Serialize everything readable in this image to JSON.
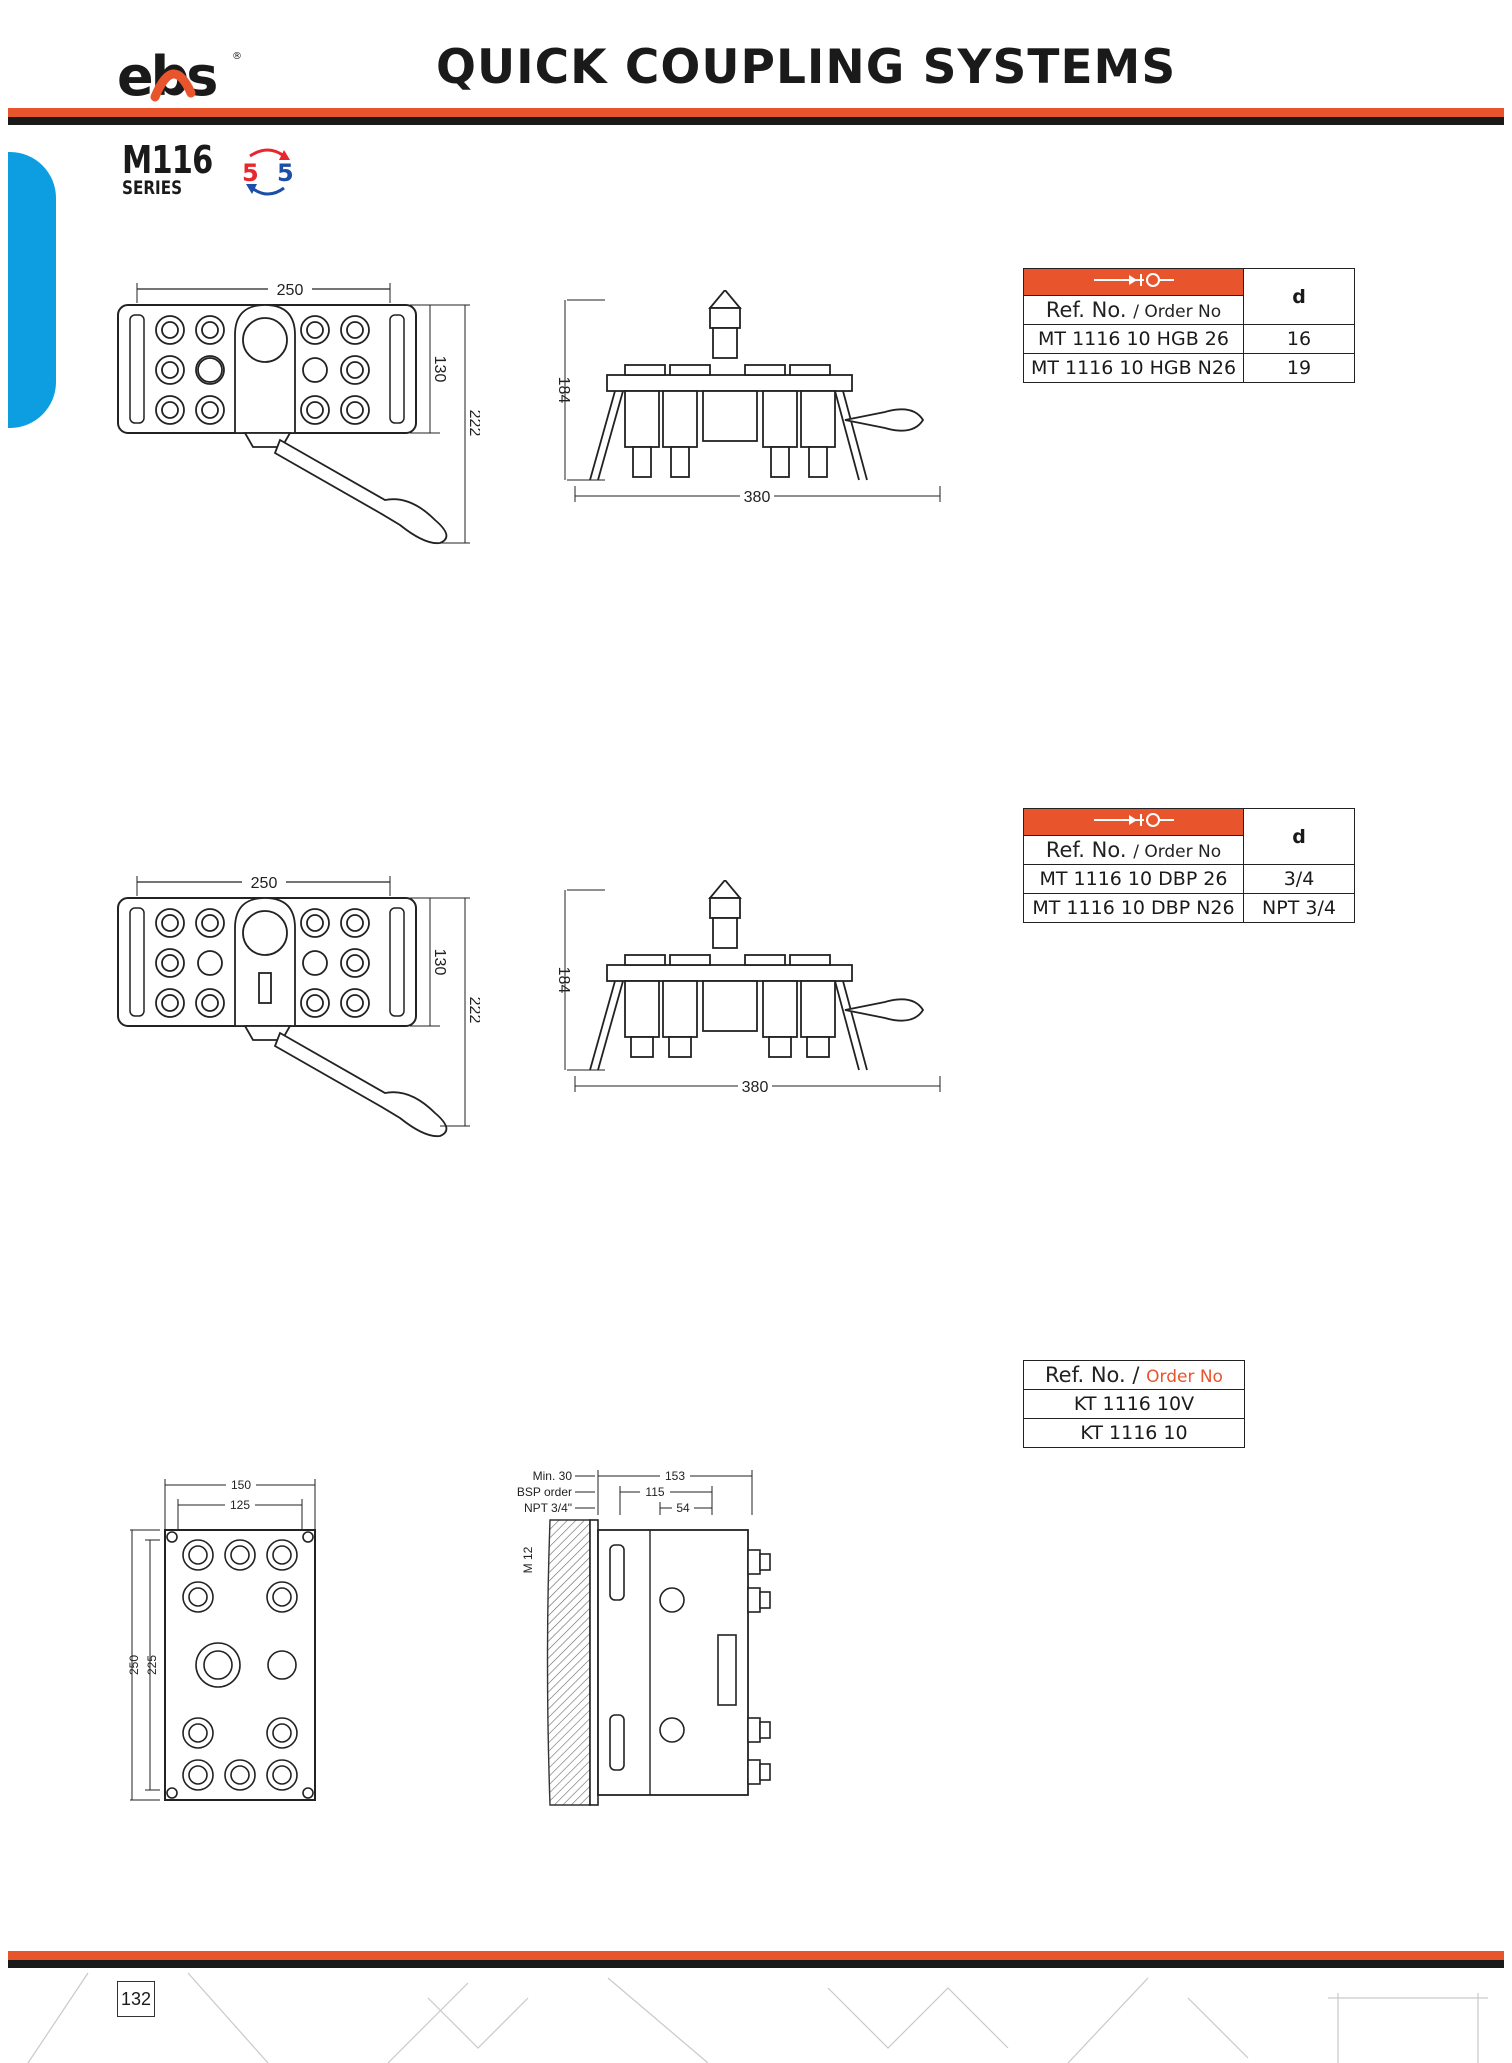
{
  "header": {
    "title": "QUICK COUPLING SYSTEMS",
    "brand_text": "ebs",
    "registered_mark": "®"
  },
  "series": {
    "code": "M116",
    "label": "SERIES",
    "icon_digits": [
      "5",
      "5"
    ],
    "icon_name": "rotate-arrows-icon"
  },
  "colors": {
    "accent_orange": "#e8552c",
    "tab_blue": "#0c9ee0",
    "icon_red": "#e8262e",
    "icon_blue": "#1d4fa8"
  },
  "sections": [
    {
      "dimensions": {
        "width": "250",
        "height": "130",
        "overall": "222",
        "side_height": "184",
        "side_width": "380"
      },
      "table": {
        "icon_name": "coupling-symbol-icon",
        "ref_label": "Ref. No.",
        "order_label": "/ Order No",
        "d_label": "d",
        "rows": [
          {
            "ref": "MT 1116 10 HGB 26",
            "d": "16"
          },
          {
            "ref": "MT 1116 10 HGB N26",
            "d": "19"
          }
        ]
      }
    },
    {
      "dimensions": {
        "width": "250",
        "height": "130",
        "overall": "222",
        "side_height": "184",
        "side_width": "380"
      },
      "table": {
        "icon_name": "coupling-symbol-icon",
        "ref_label": "Ref. No.",
        "order_label": "/ Order No",
        "d_label": "d",
        "rows": [
          {
            "ref": "MT 1116 10 DBP 26",
            "d": "3/4"
          },
          {
            "ref": "MT 1116 10 DBP N26",
            "d": "NPT 3/4"
          }
        ]
      }
    },
    {
      "dimensions": {
        "outer_width": "150",
        "inner_width": "125",
        "outer_height": "250",
        "inner_height": "225",
        "min_clearance": "Min. 30",
        "bsp_label": "BSP order",
        "npt_label": "NPT 3/4\"",
        "total_depth": "153",
        "mid_depth": "115",
        "short_depth": "54",
        "bolt": "M 12"
      },
      "table": {
        "ref_label": "Ref. No. /",
        "order_label": "Order No",
        "rows": [
          {
            "ref": "KT 1116 10V"
          },
          {
            "ref": "KT 1116 10"
          }
        ]
      }
    }
  ],
  "footer": {
    "page_number": "132"
  }
}
